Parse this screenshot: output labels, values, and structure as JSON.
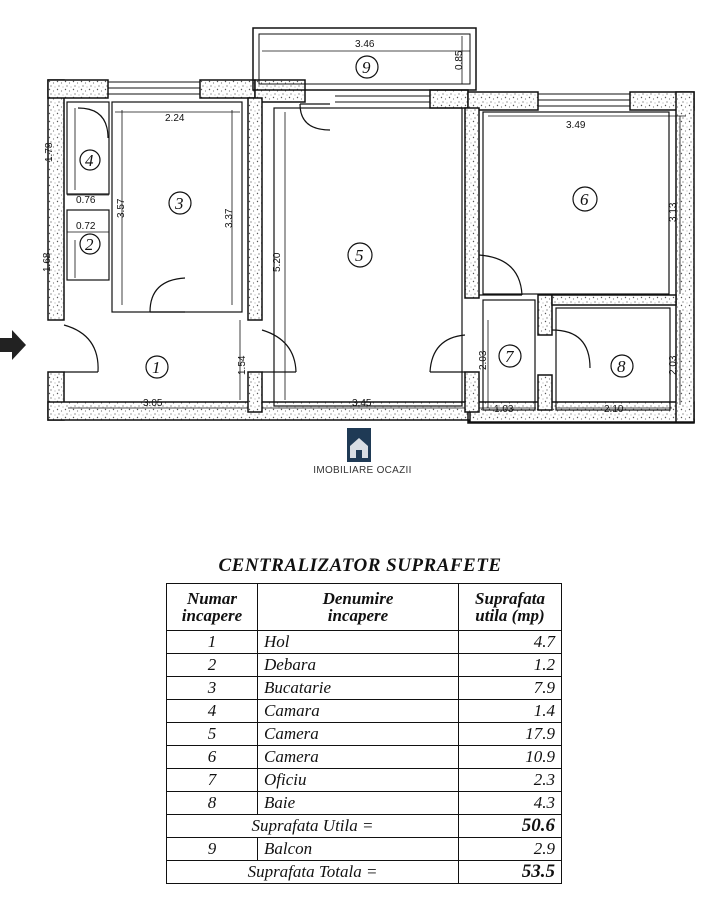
{
  "plan": {
    "dimensions": {
      "balcony_width": "3.46",
      "balcony_depth": "0.85",
      "kitchen_width": "2.24",
      "pantry_height": "1.78",
      "pantry_width": "0.76",
      "storage_width": "0.72",
      "kitchen_height_left": "3.57",
      "kitchen_height_right": "3.37",
      "storage_height": "1.68",
      "room5_height": "5.20",
      "hall_height": "1.54",
      "hall_width": "3.05",
      "room5_width": "3.45",
      "room6_width": "3.49",
      "room6_height": "3.13",
      "office_height": "2.03",
      "office_width": "1.03",
      "bath_width": "2.10",
      "bath_height": "2.03"
    },
    "rooms": [
      "1",
      "2",
      "3",
      "4",
      "5",
      "6",
      "7",
      "8",
      "9"
    ],
    "entrance_icon": "entrance-arrow-icon"
  },
  "brand": {
    "logo_icon": "house-logo-icon",
    "text": "IMOBILIARE OCAZII"
  },
  "table": {
    "title": "CENTRALIZATOR SUPRAFETE",
    "headers": {
      "col1_line1": "Numar",
      "col1_line2": "incapere",
      "col2_line1": "Denumire",
      "col2_line2": "incapere",
      "col3_line1": "Suprafata",
      "col3_line2": "utila (mp)"
    },
    "rows": [
      {
        "num": "1",
        "name": "Hol",
        "area": "4.7"
      },
      {
        "num": "2",
        "name": "Debara",
        "area": "1.2"
      },
      {
        "num": "3",
        "name": "Bucatarie",
        "area": "7.9"
      },
      {
        "num": "4",
        "name": "Camara",
        "area": "1.4"
      },
      {
        "num": "5",
        "name": "Camera",
        "area": "17.9"
      },
      {
        "num": "6",
        "name": "Camera",
        "area": "10.9"
      },
      {
        "num": "7",
        "name": "Oficiu",
        "area": "2.3"
      },
      {
        "num": "8",
        "name": "Baie",
        "area": "4.3"
      }
    ],
    "useful_total": {
      "label": "Suprafata Utila =",
      "value": "50.6"
    },
    "balcony_row": {
      "num": "9",
      "name": "Balcon",
      "area": "2.9"
    },
    "grand_total": {
      "label": "Suprafata Totala =",
      "value": "53.5"
    }
  }
}
